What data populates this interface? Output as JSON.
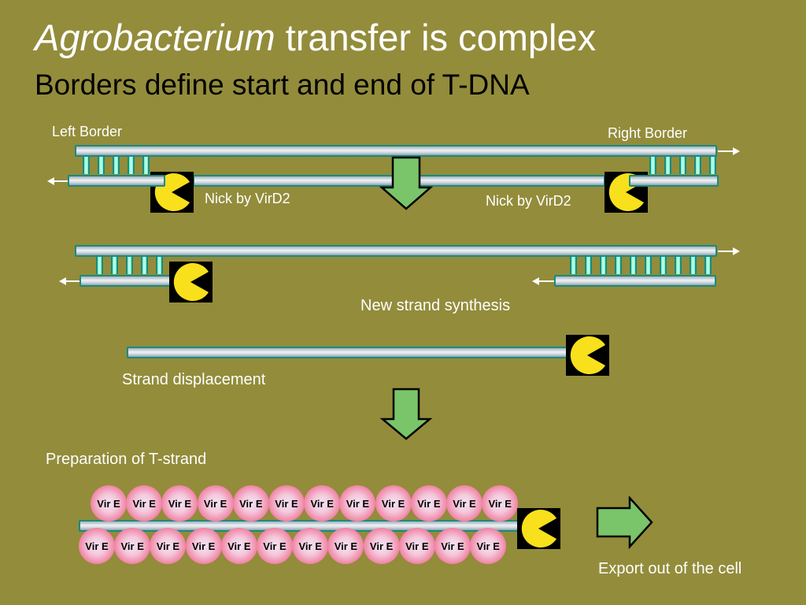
{
  "slide": {
    "title_italic": "Agrobacterium",
    "title_rest": " transfer is complex",
    "subtitle": "Borders define start and end of T-DNA",
    "background_color": "#938c3b"
  },
  "labels": {
    "left_border": "Left Border",
    "right_border": "Right Border",
    "nick_left": "Nick by VirD2",
    "nick_right": "Nick by VirD2",
    "new_strand_synthesis": "New strand synthesis",
    "strand_displacement": "Strand displacement",
    "preparation": "Preparation of T-strand",
    "export": "Export out of the cell"
  },
  "protein": {
    "virD2_name": "VirD2",
    "virE_label": "Vir E",
    "virE_top_count": 12,
    "virE_bottom_count": 12
  },
  "vire_top": [
    "Vir E",
    "Vir E",
    "Vir E",
    "Vir E",
    "Vir E",
    "Vir E",
    "Vir E",
    "Vir E",
    "Vir E",
    "Vir E",
    "Vir E",
    "Vir E"
  ],
  "vire_bottom": [
    "Vir E",
    "Vir E",
    "Vir E",
    "Vir E",
    "Vir E",
    "Vir E",
    "Vir E",
    "Vir E",
    "Vir E",
    "Vir E",
    "Vir E",
    "Vir E"
  ],
  "colors": {
    "strand_border": "#1a8a7e",
    "rung": "#6ef0c8",
    "arrow_fill": "#7ac46a",
    "pacman": "#f8e01c",
    "vire": "#f07a9c"
  }
}
